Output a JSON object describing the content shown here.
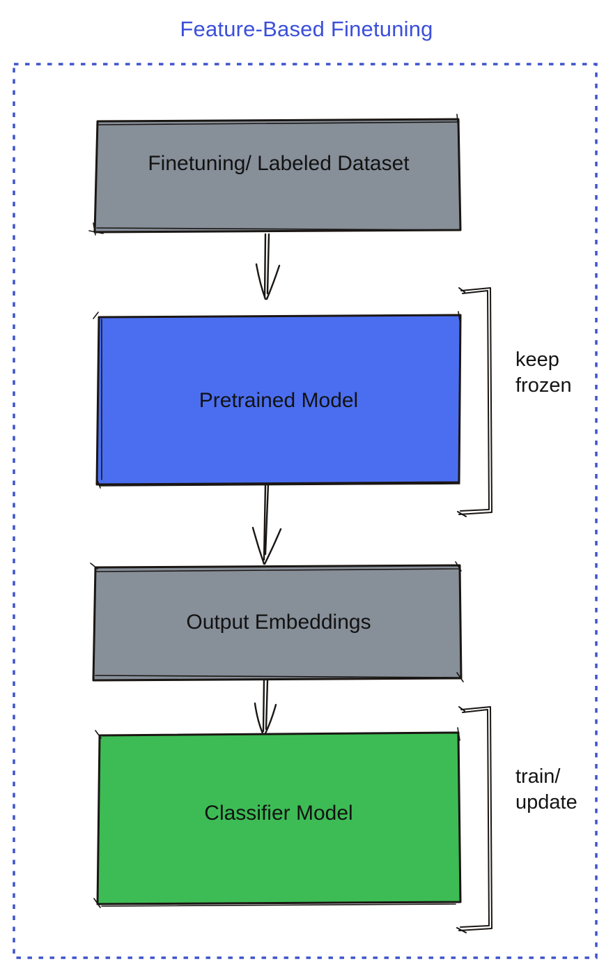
{
  "title": {
    "text": "Feature-Based Finetuning",
    "color": "#3b4fd9"
  },
  "diagram": {
    "border_color": "#3e53cb",
    "ink_color": "#1a1613",
    "boxes": [
      {
        "label": "Finetuning/ Labeled Dataset",
        "fill": "#878f99"
      },
      {
        "label": "Pretrained Model",
        "fill": "#4b6ef0"
      },
      {
        "label": "Output Embeddings",
        "fill": "#878f99"
      },
      {
        "label": "Classifier Model",
        "fill": "#3dbc55"
      }
    ],
    "annotations": [
      {
        "lines": [
          "keep",
          "frozen"
        ]
      },
      {
        "lines": [
          "train/",
          "update"
        ]
      }
    ]
  }
}
